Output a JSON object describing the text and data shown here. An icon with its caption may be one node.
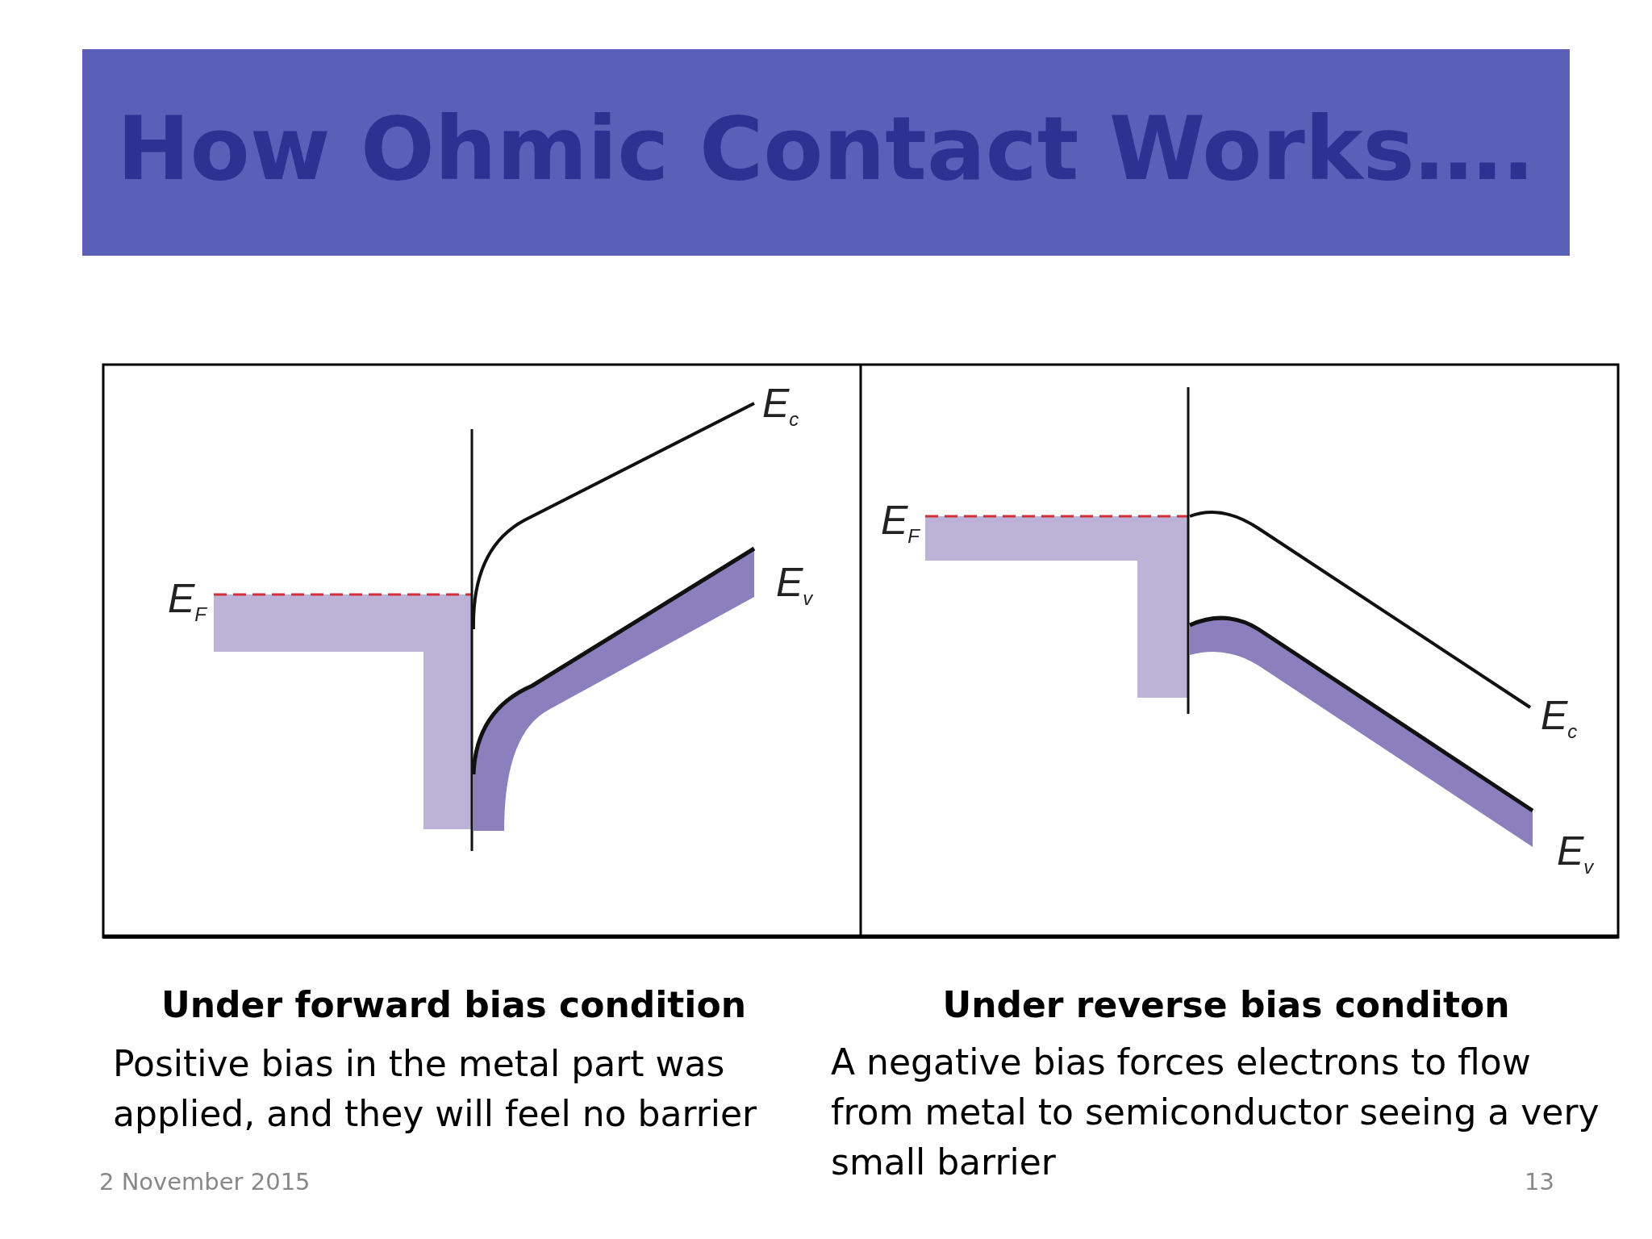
{
  "diagram": {
    "title": "How Ohmic Contact Works….",
    "labels": [
      "E$_{c}$",
      "E$_{v}$",
      "E$_{F}$",
      "E$_{F}$",
      "E$_{c}$",
      "E$_{v}$",
      "Under  forward bias condition",
      "Positive bias in the metal part was applied, and they will feel no barrier",
      "Under reverse bias conditon",
      "A negative bias forces electrons to flow from metal to semiconductor seeing a very small barrier",
      "2 November 2015",
      "13"
    ]
  }
}
